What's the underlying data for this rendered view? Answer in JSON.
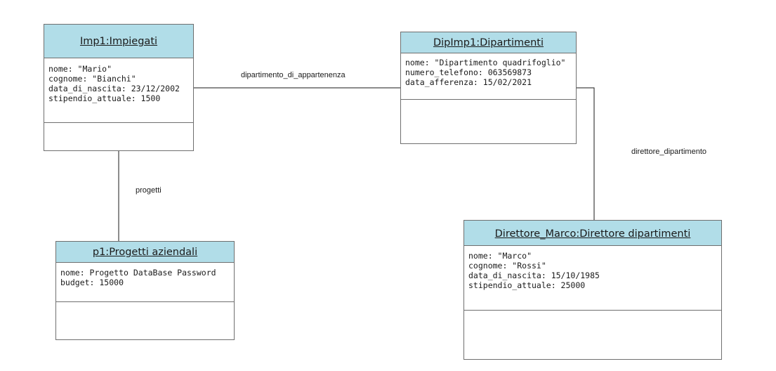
{
  "colors": {
    "header_fill": "#b1dde8",
    "border": "#6f6f6f",
    "line": "#1a1a1a"
  },
  "objects": {
    "impiegati": {
      "title": "Imp1:Impiegati",
      "attributes": [
        "nome: \"Mario\"",
        "cognome: \"Bianchi\"",
        "data_di_nascita: 23/12/2002",
        "stipendio_attuale: 1500"
      ]
    },
    "dipartimenti": {
      "title": "DipImp1:Dipartimenti",
      "attributes": [
        "nome: \"Dipartimento quadrifoglio\"",
        "numero_telefono: 063569873",
        "data_afferenza: 15/02/2021"
      ]
    },
    "progetti": {
      "title": "p1:Progetti aziendali",
      "attributes": [
        "nome: Progetto DataBase Password",
        "budget: 15000"
      ]
    },
    "direttore": {
      "title": "Direttore_Marco:Direttore dipartimenti",
      "attributes": [
        "nome: \"Marco\"",
        "cognome: \"Rossi\"",
        "data_di_nascita: 15/10/1985",
        "stipendio_attuale: 25000"
      ]
    }
  },
  "links": {
    "dipartimento_di_appartenenza": "dipartimento_di_appartenenza",
    "progetti": "progetti",
    "direttore_dipartimento": "direttore_dipartimento"
  }
}
